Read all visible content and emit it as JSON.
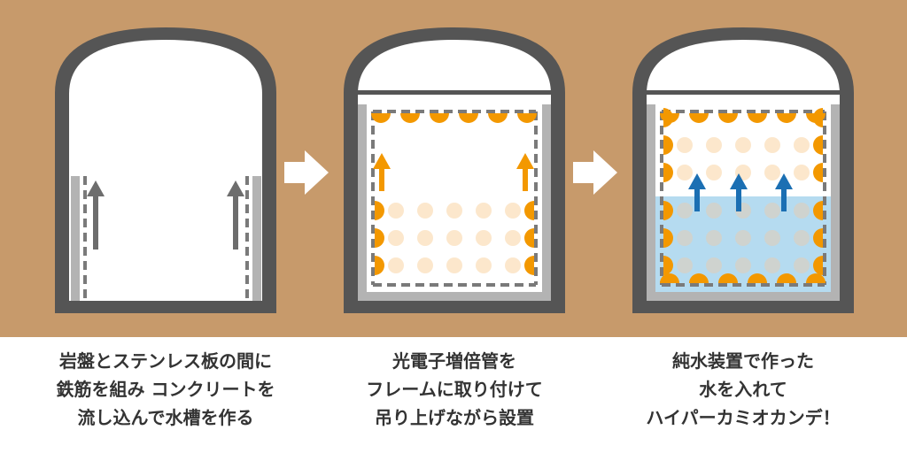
{
  "colors": {
    "background": "#c79a6b",
    "wall": "#555555",
    "liner": "#b3b3b3",
    "frame": "#7a7a7a",
    "pmt": "#f39800",
    "pmt_faint": "#fce7cc",
    "arrow_gray": "#6d6d6d",
    "arrow_orange": "#f39800",
    "arrow_blue": "#1b6fb3",
    "water": "#b5dbf0",
    "caption_bg": "#ffffff",
    "caption_text": "#333333",
    "step_arrow": "#ffffff"
  },
  "steps": [
    {
      "id": "step1",
      "caption_lines": [
        "岩盤とステンレス板の間に",
        "鉄筋を組み コンクリートを",
        "流し込んで水槽を作る"
      ]
    },
    {
      "id": "step2",
      "caption_lines": [
        "光電子増倍管を",
        "フレームに取り付けて",
        "吊り上げながら設置"
      ]
    },
    {
      "id": "step3",
      "caption_lines": [
        "純水装置で作った",
        "水を入れて",
        "ハイパーカミオカンデ！"
      ]
    }
  ]
}
